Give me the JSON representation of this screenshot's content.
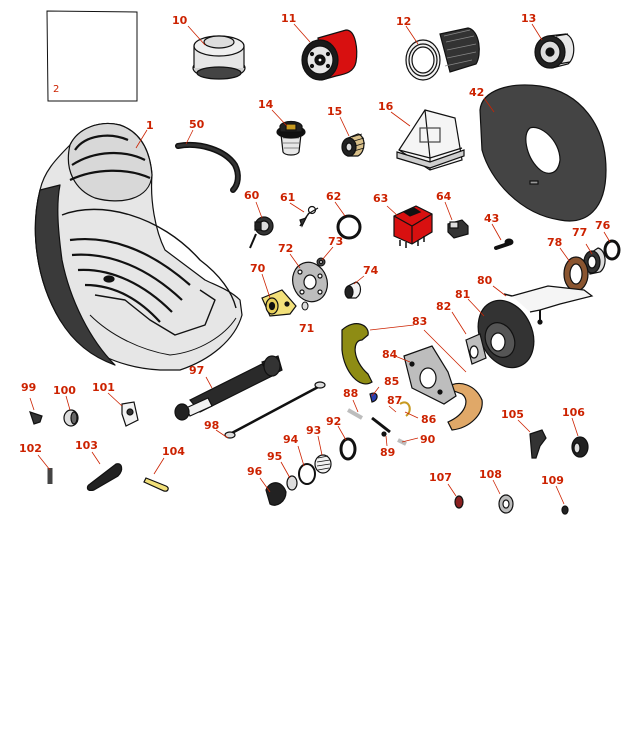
{
  "colors": {
    "label": "#cc2200",
    "leader": "#cc2200",
    "outline": "#111111",
    "part_light": "#e8e8e8",
    "part_dark": "#2a2a2a",
    "accent_red": "#d81010",
    "accent_olive": "#8e8c14",
    "accent_yellow": "#f2e07a",
    "accent_tan": "#e0a868",
    "accent_brown": "#8a5530",
    "accent_blue": "#2a3fb0"
  },
  "inset": {
    "label": "2"
  },
  "callouts": [
    {
      "id": "1",
      "text": "1"
    },
    {
      "id": "10",
      "text": "10"
    },
    {
      "id": "11",
      "text": "11"
    },
    {
      "id": "12",
      "text": "12"
    },
    {
      "id": "13",
      "text": "13"
    },
    {
      "id": "14",
      "text": "14"
    },
    {
      "id": "15",
      "text": "15"
    },
    {
      "id": "16",
      "text": "16"
    },
    {
      "id": "42",
      "text": "42"
    },
    {
      "id": "43",
      "text": "43"
    },
    {
      "id": "50",
      "text": "50"
    },
    {
      "id": "60",
      "text": "60"
    },
    {
      "id": "61",
      "text": "61"
    },
    {
      "id": "62",
      "text": "62"
    },
    {
      "id": "63",
      "text": "63"
    },
    {
      "id": "64",
      "text": "64"
    },
    {
      "id": "70",
      "text": "70"
    },
    {
      "id": "71",
      "text": "71"
    },
    {
      "id": "72",
      "text": "72"
    },
    {
      "id": "73",
      "text": "73"
    },
    {
      "id": "74",
      "text": "74"
    },
    {
      "id": "76",
      "text": "76"
    },
    {
      "id": "77",
      "text": "77"
    },
    {
      "id": "78",
      "text": "78"
    },
    {
      "id": "80",
      "text": "80"
    },
    {
      "id": "81",
      "text": "81"
    },
    {
      "id": "82",
      "text": "82"
    },
    {
      "id": "83",
      "text": "83"
    },
    {
      "id": "84",
      "text": "84"
    },
    {
      "id": "85",
      "text": "85"
    },
    {
      "id": "86",
      "text": "86"
    },
    {
      "id": "87",
      "text": "87"
    },
    {
      "id": "88",
      "text": "88"
    },
    {
      "id": "89",
      "text": "89"
    },
    {
      "id": "90",
      "text": "90"
    },
    {
      "id": "92",
      "text": "92"
    },
    {
      "id": "93",
      "text": "93"
    },
    {
      "id": "94",
      "text": "94"
    },
    {
      "id": "95",
      "text": "95"
    },
    {
      "id": "96",
      "text": "96"
    },
    {
      "id": "97",
      "text": "97"
    },
    {
      "id": "98",
      "text": "98"
    },
    {
      "id": "99",
      "text": "99"
    },
    {
      "id": "100",
      "text": "100"
    },
    {
      "id": "101",
      "text": "101"
    },
    {
      "id": "102",
      "text": "102"
    },
    {
      "id": "103",
      "text": "103"
    },
    {
      "id": "104",
      "text": "104"
    },
    {
      "id": "105",
      "text": "105"
    },
    {
      "id": "106",
      "text": "106"
    },
    {
      "id": "107",
      "text": "107"
    },
    {
      "id": "108",
      "text": "108"
    },
    {
      "id": "109",
      "text": "109"
    }
  ],
  "parts": [
    {
      "id": "seat",
      "icon": "seat-icon"
    },
    {
      "id": "hose",
      "icon": "hose-icon"
    },
    {
      "id": "cap",
      "icon": "breather-cap-icon"
    },
    {
      "id": "filter",
      "icon": "oil-filter-icon"
    },
    {
      "id": "air-filter",
      "icon": "air-filter-icon"
    },
    {
      "id": "element",
      "icon": "filter-element-icon"
    },
    {
      "id": "strainer",
      "icon": "strainer-icon"
    },
    {
      "id": "bearing",
      "icon": "bearing-icon"
    },
    {
      "id": "lamp",
      "icon": "lamp-housing-icon"
    },
    {
      "id": "mat",
      "icon": "rubber-mat-icon"
    },
    {
      "id": "bolt",
      "icon": "bolt-icon"
    },
    {
      "id": "switch",
      "icon": "ignition-switch-icon"
    },
    {
      "id": "key",
      "icon": "key-icon"
    },
    {
      "id": "ring",
      "icon": "snap-ring-icon"
    },
    {
      "id": "relay",
      "icon": "relay-icon"
    },
    {
      "id": "connector",
      "icon": "connector-icon"
    },
    {
      "id": "hub",
      "icon": "hub-icon"
    },
    {
      "id": "cylinder",
      "icon": "hydraulic-cylinder-icon"
    },
    {
      "id": "brake",
      "icon": "brake-assembly-icon"
    }
  ]
}
